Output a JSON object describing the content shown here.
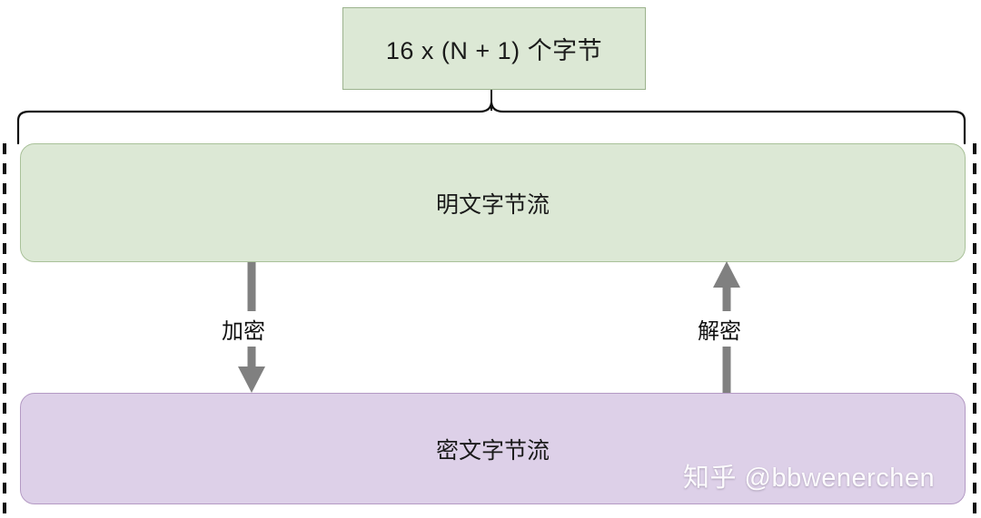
{
  "diagram": {
    "title_box": {
      "label": "16 x (N + 1) 个字节",
      "fill": "#dce8d5",
      "stroke": "#9cb38d"
    },
    "plaintext_box": {
      "label": "明文字节流",
      "fill": "#dce8d5",
      "stroke": "#a9c199"
    },
    "ciphertext_box": {
      "label": "密文字节流",
      "fill": "#ddd0e8",
      "stroke": "#b49ac4"
    },
    "arrows": [
      {
        "name": "encrypt",
        "label": "加密",
        "direction": "down",
        "color": "#808080"
      },
      {
        "name": "decrypt",
        "label": "解密",
        "direction": "up",
        "color": "#808080"
      }
    ],
    "brace": {
      "name": "top-brace",
      "color": "#111111",
      "spans": "plaintext and ciphertext region"
    },
    "dashed_bounds": {
      "name": "dashed-region-border",
      "color": "#111111",
      "style": "dashed"
    },
    "watermark": {
      "text": "知乎 @bbwenerchen",
      "color": "#ffffff"
    }
  }
}
